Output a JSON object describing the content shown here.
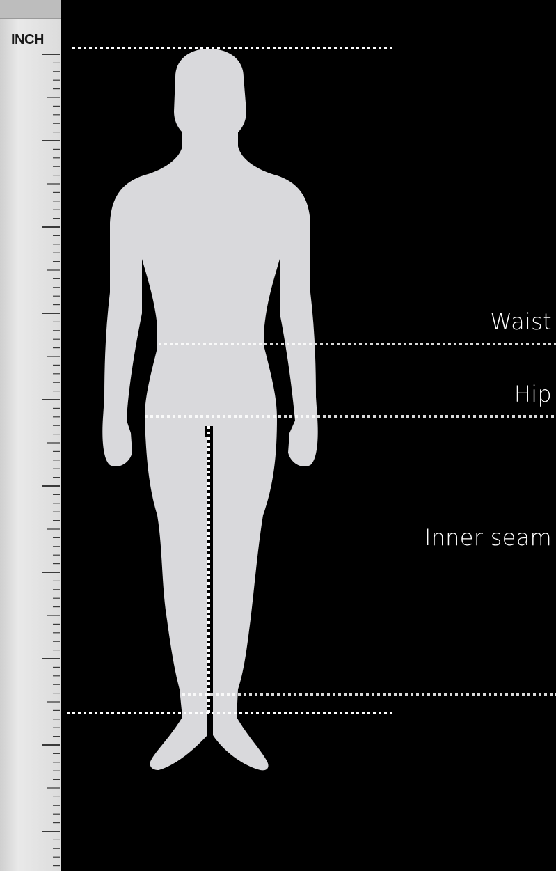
{
  "ruler": {
    "unit_label": "INCH"
  },
  "labels": {
    "waist": "Waist",
    "hip": "Hip",
    "inner_seam": "Inner seam"
  },
  "colors": {
    "background": "#000000",
    "silhouette": "#d9d9dc",
    "guide_line": "#ffffff",
    "label_text": "#ffffff"
  }
}
